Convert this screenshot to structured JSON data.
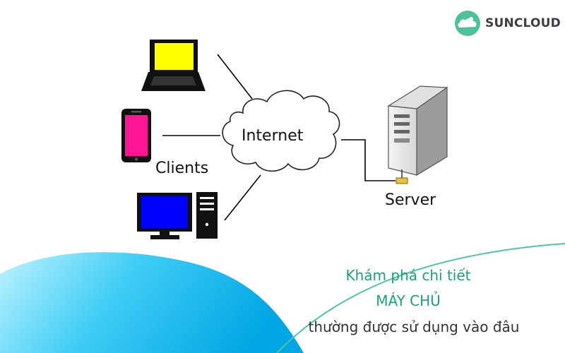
{
  "brand": {
    "name": "SUNCLOUD",
    "logo_icon": "cloud-sun-icon",
    "logo_color": "#4cc19a"
  },
  "diagram": {
    "hub_label": "Internet",
    "clients_label": "Clients",
    "server_label": "Server",
    "clients": [
      {
        "icon": "laptop-icon",
        "screen_color": "#ffff00"
      },
      {
        "icon": "smartphone-icon",
        "screen_color": "#ff1493"
      },
      {
        "icon": "desktop-computer-icon",
        "screen_color": "#0000ff"
      }
    ],
    "server_icon": "server-tower-icon"
  },
  "caption": {
    "line1": "Khám phá chi tiết",
    "line2": "MÁY CHỦ",
    "line3": "thường được sử dụng vào đâu",
    "accent_color": "#1f9e7f"
  },
  "colors": {
    "wave_start": "#b5f0ff",
    "wave_end": "#00aee8"
  }
}
